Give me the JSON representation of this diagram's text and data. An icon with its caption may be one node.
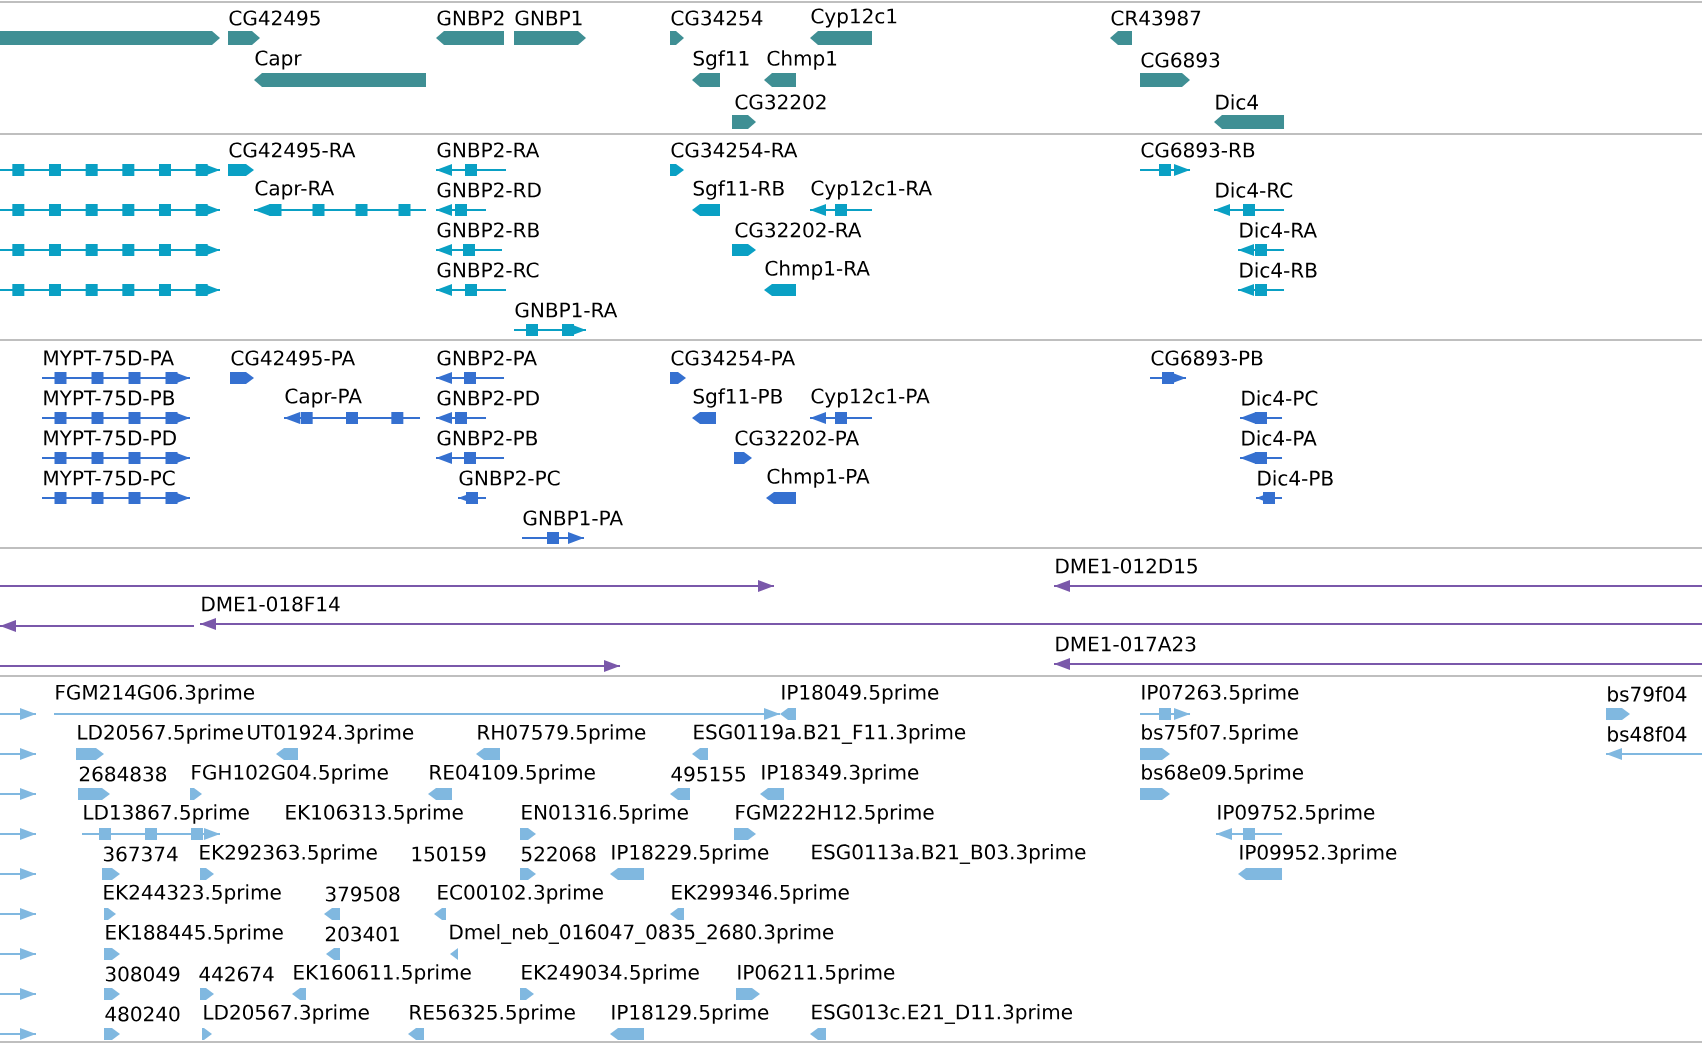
{
  "diagram": {
    "labels": [
      "CG42495",
      "GNBP2",
      "GNBP1",
      "CG34254",
      "Cyp12c1",
      "CR43987",
      "Capr",
      "Sgf11",
      "Chmp1",
      "CG6893",
      "CG32202",
      "Dic4",
      "CG42495-RA",
      "GNBP2-RA",
      "CG34254-RA",
      "CG6893-RB",
      "Capr-RA",
      "GNBP2-RD",
      "Sgf11-RB",
      "Cyp12c1-RA",
      "Dic4-RC",
      "GNBP2-RB",
      "CG32202-RA",
      "Dic4-RA",
      "GNBP2-RC",
      "Chmp1-RA",
      "Dic4-RB",
      "GNBP1-RA",
      "MYPT-75D-PA",
      "CG42495-PA",
      "GNBP2-PA",
      "CG34254-PA",
      "CG6893-PB",
      "MYPT-75D-PB",
      "Capr-PA",
      "GNBP2-PD",
      "Sgf11-PB",
      "Cyp12c1-PA",
      "Dic4-PC",
      "MYPT-75D-PD",
      "GNBP2-PB",
      "CG32202-PA",
      "Dic4-PA",
      "MYPT-75D-PC",
      "GNBP2-PC",
      "Chmp1-PA",
      "Dic4-PB",
      "GNBP1-PA",
      "DME1-012D15",
      "DME1-018F14",
      "DME1-017A23",
      "FGM214G06.3prime",
      "IP18049.5prime",
      "IP07263.5prime",
      "bs79f04",
      "LD20567.5prime",
      "UT01924.3prime",
      "RH07579.5prime",
      "ESG0119a.B21_F11.3prime",
      "bs75f07.5prime",
      "bs48f04",
      "2684838",
      "FGH102G04.5prime",
      "RE04109.5prime",
      "495155",
      "IP18349.3prime",
      "bs68e09.5prime",
      "LD13867.5prime",
      "EK106313.5prime",
      "EN01316.5prime",
      "FGM222H12.5prime",
      "IP09752.5prime",
      "367374",
      "EK292363.5prime",
      "150159",
      "522068",
      "IP18229.5prime",
      "ESG0113a.B21_B03.3prime",
      "IP09952.3prime",
      "EK244323.5prime",
      "379508",
      "EC00102.3prime",
      "EK299346.5prime",
      "EK188445.5prime",
      "203401",
      "Dmel_neb_016047_0835_2680.3prime",
      "308049",
      "442674",
      "EK160611.5prime",
      "EK249034.5prime",
      "IP06211.5prime",
      "480240",
      "LD20567.3prime",
      "RE56325.5prime",
      "IP18129.5prime",
      "ESG013c.E21_D11.3prime"
    ]
  }
}
